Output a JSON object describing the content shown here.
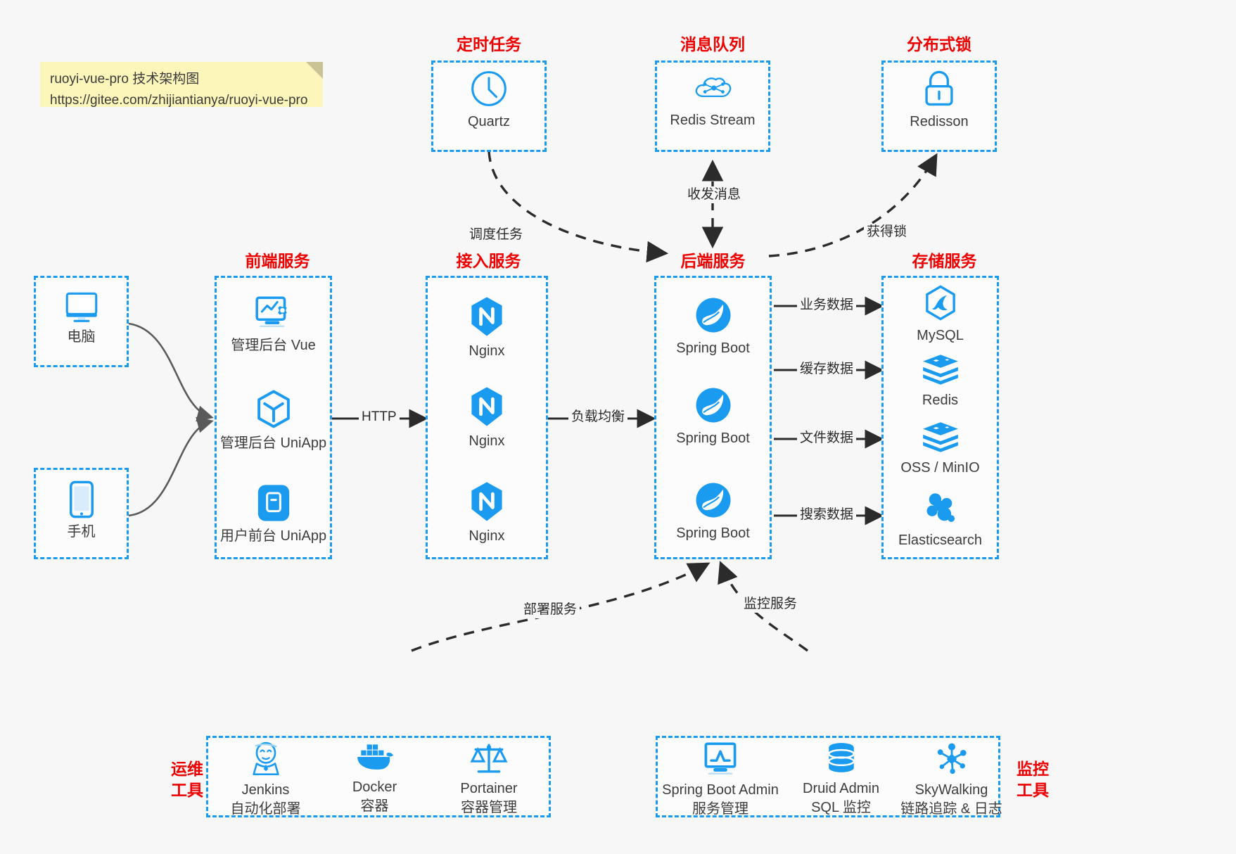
{
  "note": {
    "line1": "ruoyi-vue-pro 技术架构图",
    "line2": "https://gitee.com/zhijiantianya/ruoyi-vue-pro"
  },
  "colors": {
    "accent": "#1a9bf0",
    "group_title": "#ee0000",
    "background": "#f7f7f7",
    "note_bg": "#fdf6ba",
    "edge": "#2b2b2b",
    "device_edge": "#555555"
  },
  "groups": {
    "scheduler": {
      "title": "定时任务",
      "nodes": [
        {
          "label": "Quartz",
          "icon": "clock-icon"
        }
      ]
    },
    "mq": {
      "title": "消息队列",
      "nodes": [
        {
          "label": "Redis Stream",
          "icon": "cloud-stream-icon"
        }
      ]
    },
    "lock": {
      "title": "分布式锁",
      "nodes": [
        {
          "label": "Redisson",
          "icon": "padlock-icon"
        }
      ]
    },
    "devices": {
      "nodes": [
        {
          "label": "电脑",
          "icon": "desktop-icon"
        },
        {
          "label": "手机",
          "icon": "mobile-icon"
        }
      ]
    },
    "frontend": {
      "title": "前端服务",
      "nodes": [
        {
          "label": "管理后台 Vue",
          "icon": "dashboard-gear-icon"
        },
        {
          "label": "管理后台 UniApp",
          "icon": "cube-icon"
        },
        {
          "label": "用户前台 UniApp",
          "icon": "mobile-app-icon"
        }
      ]
    },
    "gateway": {
      "title": "接入服务",
      "nodes": [
        {
          "label": "Nginx",
          "icon": "nginx-icon"
        },
        {
          "label": "Nginx",
          "icon": "nginx-icon"
        },
        {
          "label": "Nginx",
          "icon": "nginx-icon"
        }
      ]
    },
    "backend": {
      "title": "后端服务",
      "nodes": [
        {
          "label": "Spring Boot",
          "icon": "spring-leaf-icon"
        },
        {
          "label": "Spring Boot",
          "icon": "spring-leaf-icon"
        },
        {
          "label": "Spring Boot",
          "icon": "spring-leaf-icon"
        }
      ]
    },
    "storage": {
      "title": "存储服务",
      "nodes": [
        {
          "label": "MySQL",
          "icon": "mysql-dolphin-icon"
        },
        {
          "label": "Redis",
          "icon": "redis-stack-icon"
        },
        {
          "label": "OSS / MinIO",
          "icon": "redis-stack-icon"
        },
        {
          "label": "Elasticsearch",
          "icon": "elasticsearch-icon"
        }
      ]
    },
    "devops": {
      "title_line1": "运维",
      "title_line2": "工具",
      "nodes": [
        {
          "label": "Jenkins",
          "sublabel": "自动化部署",
          "icon": "jenkins-butler-icon"
        },
        {
          "label": "Docker",
          "sublabel": "容器",
          "icon": "docker-whale-icon"
        },
        {
          "label": "Portainer",
          "sublabel": "容器管理",
          "icon": "scales-icon"
        }
      ]
    },
    "monitor": {
      "title_line1": "监控",
      "title_line2": "工具",
      "nodes": [
        {
          "label": "Spring Boot Admin",
          "sublabel": "服务管理",
          "icon": "monitor-chart-icon"
        },
        {
          "label": "Druid Admin",
          "sublabel": "SQL 监控",
          "icon": "database-icon"
        },
        {
          "label": "SkyWalking",
          "sublabel": "链路追踪 & 日志",
          "icon": "skywalking-icon"
        }
      ]
    }
  },
  "edges": [
    {
      "label": "调度任务",
      "from": "scheduler",
      "to": "backend",
      "style": "dashed"
    },
    {
      "label": "收发消息",
      "from": "mq",
      "to": "backend",
      "style": "dashed-bidirectional"
    },
    {
      "label": "获得锁",
      "from": "backend",
      "to": "lock",
      "style": "dashed"
    },
    {
      "label": "HTTP",
      "from": "frontend",
      "to": "gateway",
      "style": "solid"
    },
    {
      "label": "负载均衡",
      "from": "gateway",
      "to": "backend",
      "style": "solid"
    },
    {
      "label": "业务数据",
      "from": "backend",
      "to": "storage-mysql",
      "style": "solid"
    },
    {
      "label": "缓存数据",
      "from": "backend",
      "to": "storage-redis",
      "style": "solid"
    },
    {
      "label": "文件数据",
      "from": "backend",
      "to": "storage-oss",
      "style": "solid"
    },
    {
      "label": "搜索数据",
      "from": "backend",
      "to": "storage-es",
      "style": "solid"
    },
    {
      "label": "部署服务",
      "from": "devops",
      "to": "backend",
      "style": "dashed"
    },
    {
      "label": "监控服务",
      "from": "monitor",
      "to": "backend",
      "style": "dashed"
    }
  ]
}
